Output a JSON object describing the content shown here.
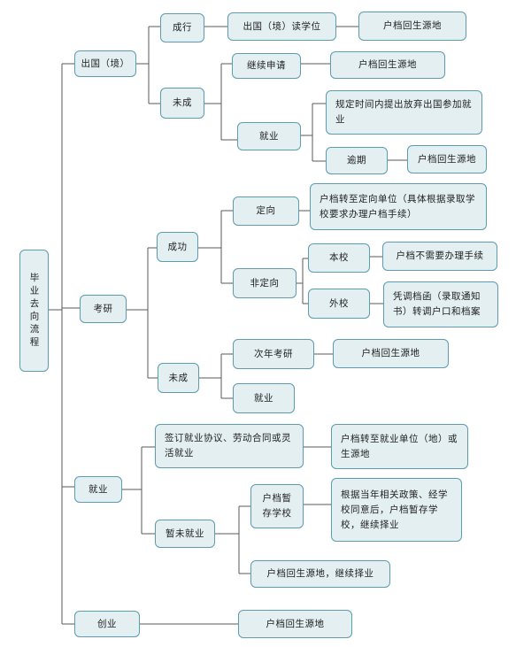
{
  "root": "毕业去向流程",
  "nodes": {
    "abroad": "出国（境）",
    "abroad_success": "成行",
    "abroad_study": "出国（境）读学位",
    "abroad_study_result": "户档回生源地",
    "abroad_fail": "未成",
    "abroad_reapply": "继续申请",
    "abroad_reapply_result": "户档回生源地",
    "abroad_employ": "就业",
    "abroad_employ_giveup": "规定时间内提出放弃出国参加就业",
    "abroad_overdue": "逾期",
    "abroad_overdue_result": "户档回生源地",
    "grad": "考研",
    "grad_success": "成功",
    "grad_directed": "定向",
    "grad_directed_result": "户档转至定向单位（具体根据录取学校要求办理户档手续）",
    "grad_nondirected": "非定向",
    "grad_same_school": "本校",
    "grad_same_school_result": "户档不需要办理手续",
    "grad_other_school": "外校",
    "grad_other_school_result": "凭调档函（录取通知书）转调户口和档案",
    "grad_fail": "未成",
    "grad_retry": "次年考研",
    "grad_retry_result": "户档回生源地",
    "grad_fail_employ": "就业",
    "employ": "就业",
    "employ_signed": "签订就业协议、劳动合同或灵活就业",
    "employ_signed_result": "户档转至就业单位（地）或生源地",
    "employ_not": "暂未就业",
    "employ_keep_school": "户档暂存学校",
    "employ_keep_school_result": "根据当年相关政策、经学校同意后，户档暂存学校，继续择业",
    "employ_return": "户档回生源地，继续择业",
    "startup": "创业",
    "startup_result": "户档回生源地"
  }
}
